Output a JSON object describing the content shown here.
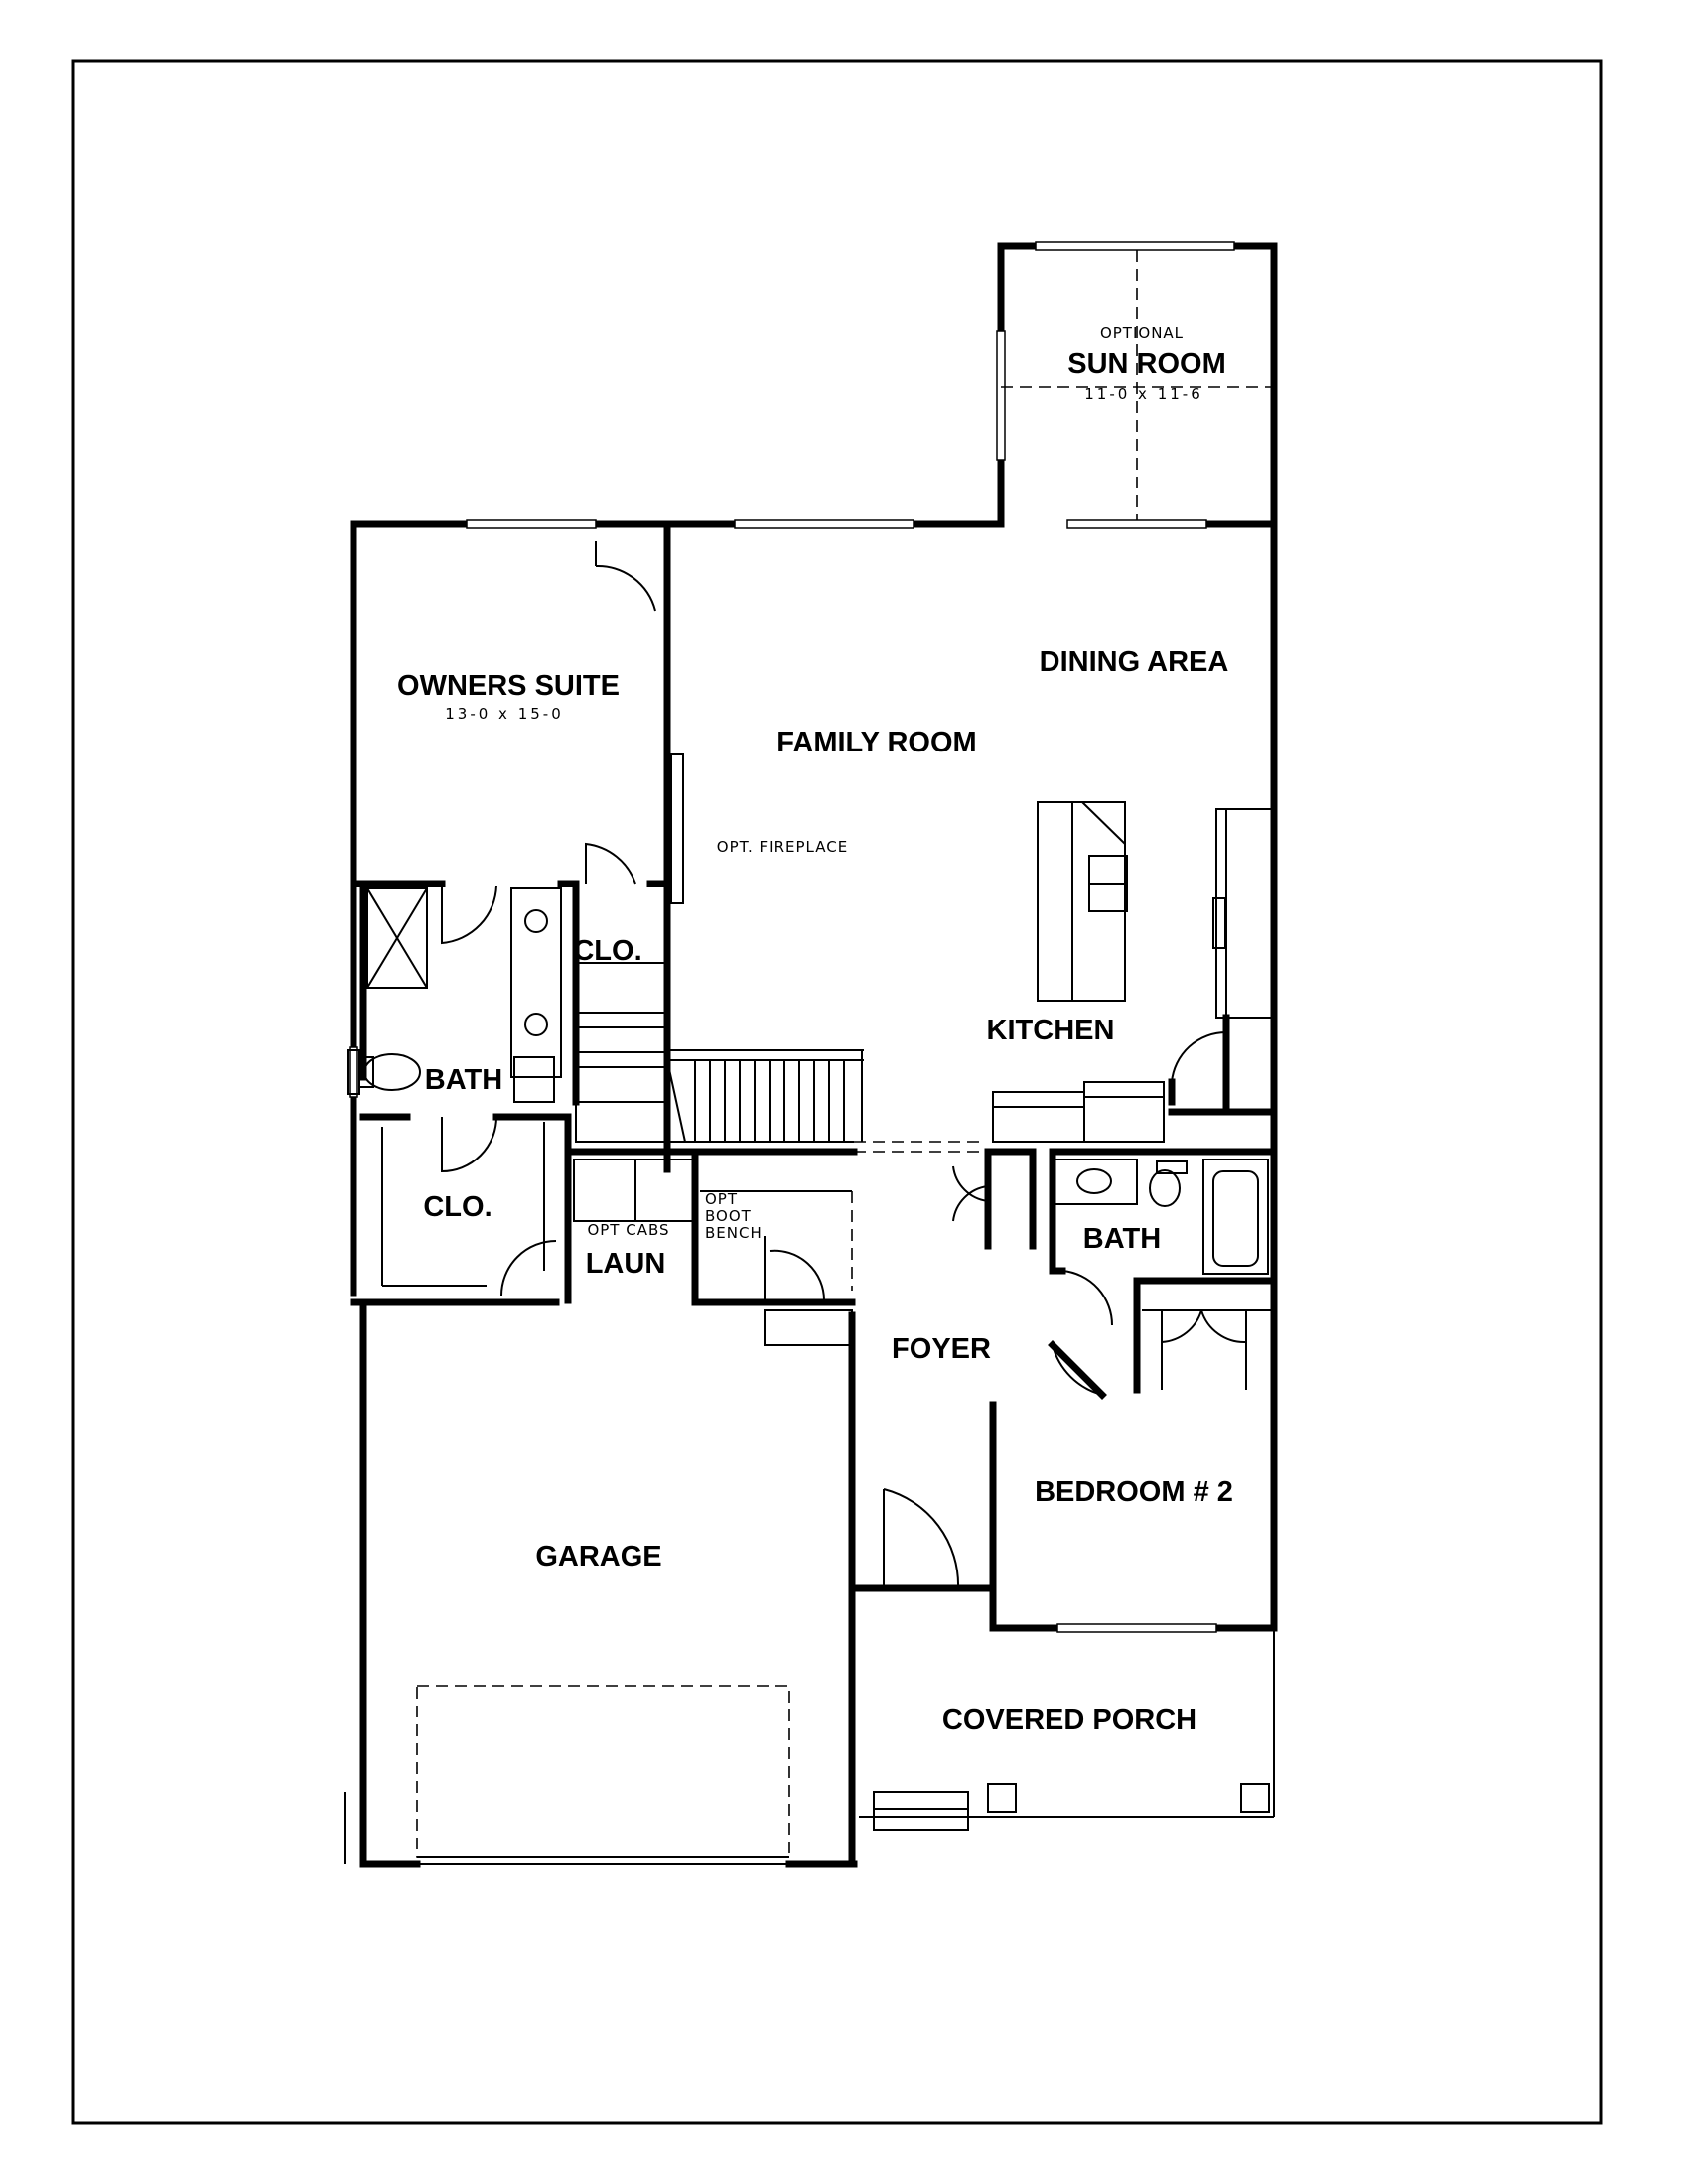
{
  "labels": {
    "sunroom_opt": "OPTIONAL",
    "sunroom": "SUN ROOM",
    "sunroom_dims": "11-0 x 11-6",
    "dining": "DINING AREA",
    "owners": "OWNERS SUITE",
    "owners_dims": "13-0 x 15-0",
    "family": "FAMILY ROOM",
    "fireplace": "OPT. FIREPLACE",
    "closet_owner": "CLO.",
    "kitchen": "KITCHEN",
    "bath_owner": "BATH",
    "closet_laundry": "CLO.",
    "opt_cabs": "OPT CABS",
    "laundry": "LAUN",
    "boot_1": "OPT",
    "boot_2": "BOOT",
    "boot_3": "BENCH",
    "bath_2": "BATH",
    "foyer": "FOYER",
    "bedroom2": "BEDROOM # 2",
    "garage": "GARAGE",
    "porch": "COVERED PORCH"
  }
}
